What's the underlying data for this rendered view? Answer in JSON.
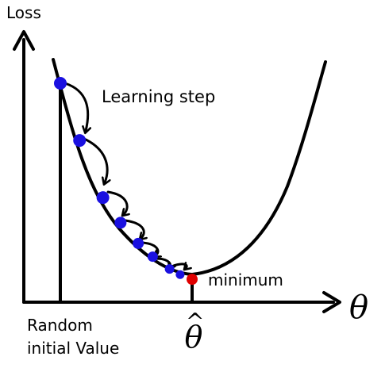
{
  "labels": {
    "y_axis": "Loss",
    "x_axis": "θ",
    "optimal_value": "θ",
    "optimal_hat": "^",
    "step": "Learning step",
    "minimum": "minimum",
    "start_line1": "Random",
    "start_line2": "initial Value"
  },
  "diagram": {
    "steps": [
      {
        "theta": 0.0,
        "loss": 1.0
      },
      {
        "theta": 0.146,
        "loss": 0.729
      },
      {
        "theta": 0.323,
        "loss": 0.458
      },
      {
        "theta": 0.457,
        "loss": 0.339
      },
      {
        "theta": 0.591,
        "loss": 0.241
      },
      {
        "theta": 0.701,
        "loss": 0.178
      },
      {
        "theta": 0.829,
        "loss": 0.12
      },
      {
        "theta": 0.909,
        "loss": 0.093
      }
    ],
    "minimum": {
      "theta": 1.0,
      "loss": 0.071
    },
    "colors": {
      "step_point": "#1a10e0",
      "minimum_point": "#e00000",
      "line": "#000000"
    }
  }
}
